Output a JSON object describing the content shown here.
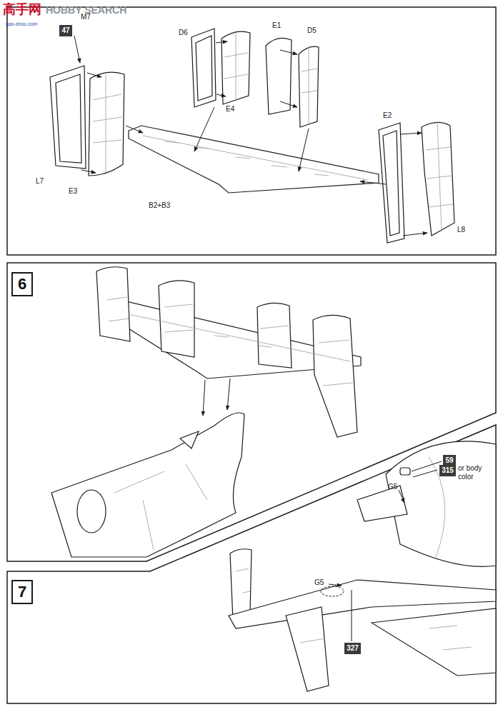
{
  "diagram": {
    "nodes": [
      {
        "text": [
          "47"
        ]
      },
      {
        "text": [
          "6"
        ]
      },
      {
        "text": [
          "59"
        ]
      },
      {
        "text": [
          "315"
        ]
      },
      {
        "text": [
          "7"
        ]
      },
      {
        "text": [
          "327"
        ]
      }
    ],
    "labels": [
      "高手网",
      "HOBBY SEARCH",
      "gao-shou.com",
      "M7",
      "D6",
      "E1",
      "D5",
      "E4",
      "L7",
      "E3",
      "B2+B3",
      "E2",
      "L8",
      "or body color",
      "G5",
      "G5"
    ]
  }
}
